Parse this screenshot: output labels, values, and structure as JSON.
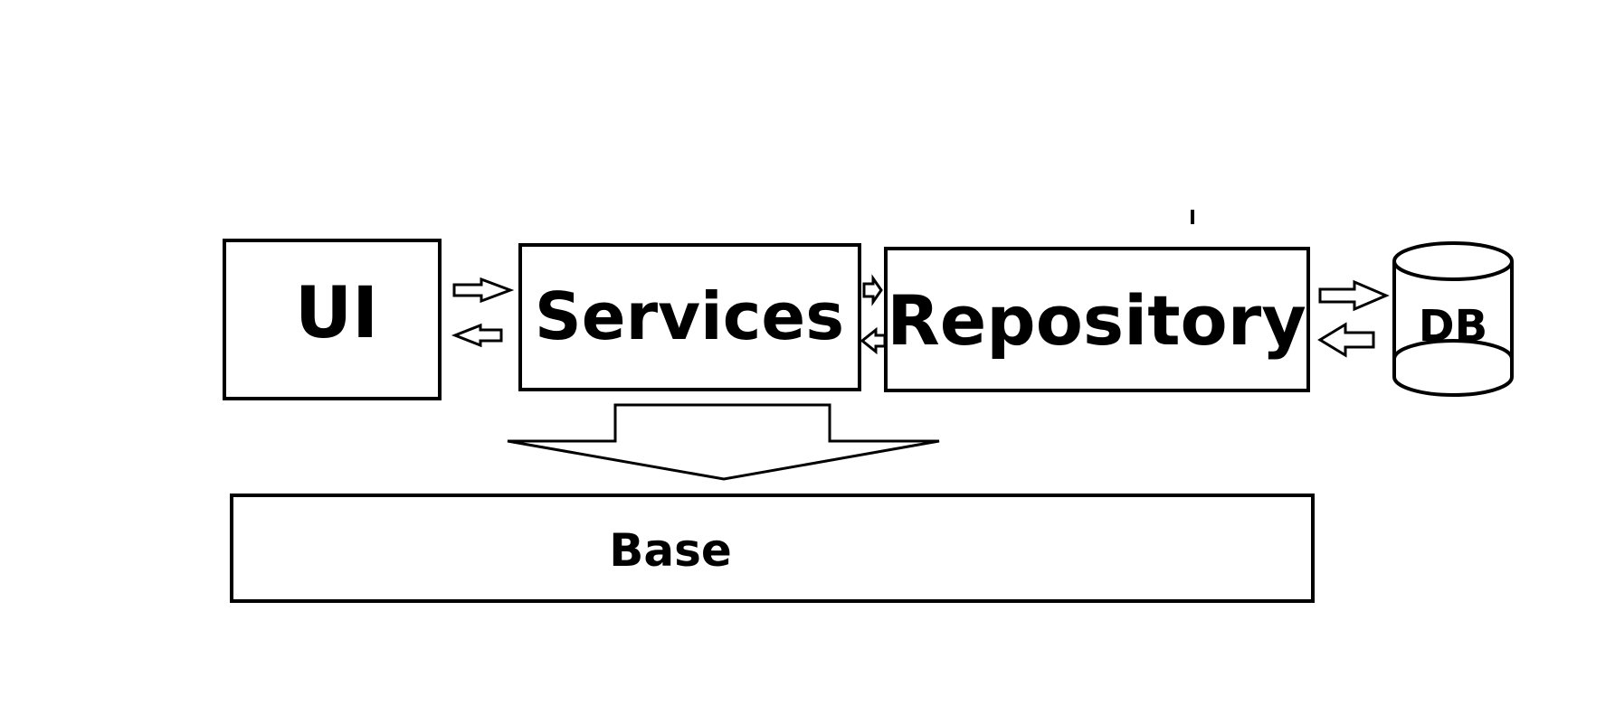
{
  "nodes": {
    "ui": "UI",
    "services": "Services",
    "repository": "Repository",
    "db": "DB",
    "base": "Base"
  },
  "colors": {
    "stroke": "#000000",
    "background": "#ffffff"
  }
}
